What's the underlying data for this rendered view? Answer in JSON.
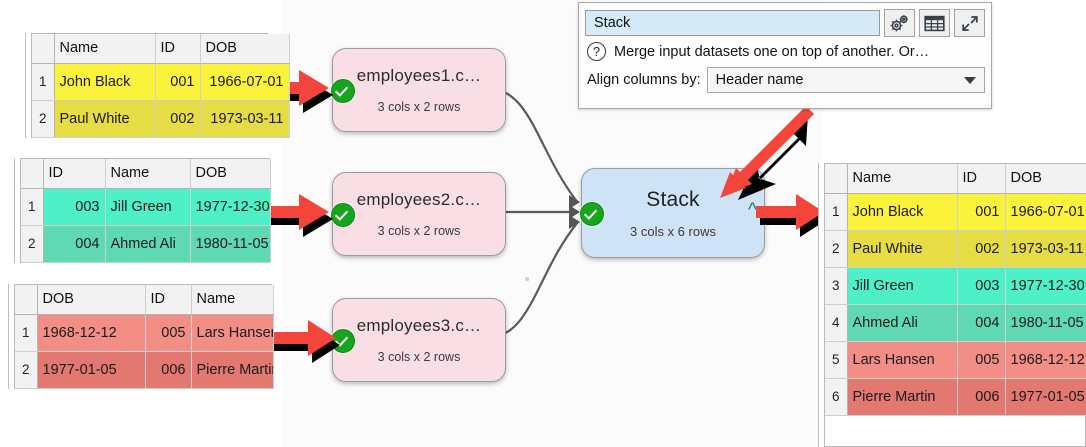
{
  "panel": {
    "name_value": "Stack",
    "buttons": [
      {
        "name": "gears-icon",
        "label": "Settings"
      },
      {
        "name": "table-icon",
        "label": "Table"
      },
      {
        "name": "expand-icon",
        "label": "Expand"
      }
    ],
    "help_text": "Merge input datasets one on top of another. Or…",
    "align_label": "Align columns by:",
    "align_value": "Header name"
  },
  "nodes": [
    {
      "title": "employees1.c…",
      "subtitle": "3 cols x 2 rows",
      "status": "ok"
    },
    {
      "title": "employees2.c…",
      "subtitle": "3 cols x 2 rows",
      "status": "ok"
    },
    {
      "title": "employees3.c…",
      "subtitle": "3 cols x 2 rows",
      "status": "ok"
    },
    {
      "title": "Stack",
      "subtitle": "3 cols x 6 rows",
      "status": "ok",
      "output_marker": "^"
    }
  ],
  "input_tables": [
    {
      "headers": [
        "Name",
        "ID",
        "DOB"
      ],
      "align": [
        "txt",
        "num",
        "num"
      ],
      "rows": [
        {
          "n": "1",
          "cells": [
            "John Black",
            "001",
            "1966-07-01"
          ],
          "fill": "y1"
        },
        {
          "n": "2",
          "cells": [
            "Paul White",
            "002",
            "1973-03-11"
          ],
          "fill": "y2"
        }
      ]
    },
    {
      "headers": [
        "ID",
        "Name",
        "DOB"
      ],
      "align": [
        "num",
        "txt",
        "num"
      ],
      "rows": [
        {
          "n": "1",
          "cells": [
            "003",
            "Jill Green",
            "1977-12-30"
          ],
          "fill": "t1"
        },
        {
          "n": "2",
          "cells": [
            "004",
            "Ahmed Ali",
            "1980-11-05"
          ],
          "fill": "t2"
        }
      ]
    },
    {
      "headers": [
        "DOB",
        "ID",
        "Name"
      ],
      "align": [
        "txt",
        "num",
        "txt"
      ],
      "rows": [
        {
          "n": "1",
          "cells": [
            "1968-12-12",
            "005",
            "Lars Hansen"
          ],
          "fill": "r1"
        },
        {
          "n": "2",
          "cells": [
            "1977-01-05",
            "006",
            "Pierre Martin"
          ],
          "fill": "r2"
        }
      ]
    }
  ],
  "output_table": {
    "headers": [
      "Name",
      "ID",
      "DOB"
    ],
    "align": [
      "txt",
      "num",
      "num"
    ],
    "rows": [
      {
        "n": "1",
        "cells": [
          "John Black",
          "001",
          "1966-07-01"
        ],
        "fill": "y1"
      },
      {
        "n": "2",
        "cells": [
          "Paul White",
          "002",
          "1973-03-11"
        ],
        "fill": "y2"
      },
      {
        "n": "3",
        "cells": [
          "Jill Green",
          "003",
          "1977-12-30"
        ],
        "fill": "t1"
      },
      {
        "n": "4",
        "cells": [
          "Ahmed Ali",
          "004",
          "1980-11-05"
        ],
        "fill": "t2"
      },
      {
        "n": "5",
        "cells": [
          "Lars Hansen",
          "005",
          "1968-12-12"
        ],
        "fill": "r1"
      },
      {
        "n": "6",
        "cells": [
          "Pierre Martin",
          "006",
          "1977-01-05"
        ],
        "fill": "r2"
      }
    ]
  },
  "colors": {
    "annotation_arrow": "#f4453c",
    "node_input_fill": "#fadee6",
    "node_output_fill": "#cfe3f7",
    "status_ok": "#16a61e",
    "name_field": "#d6eaf8"
  }
}
